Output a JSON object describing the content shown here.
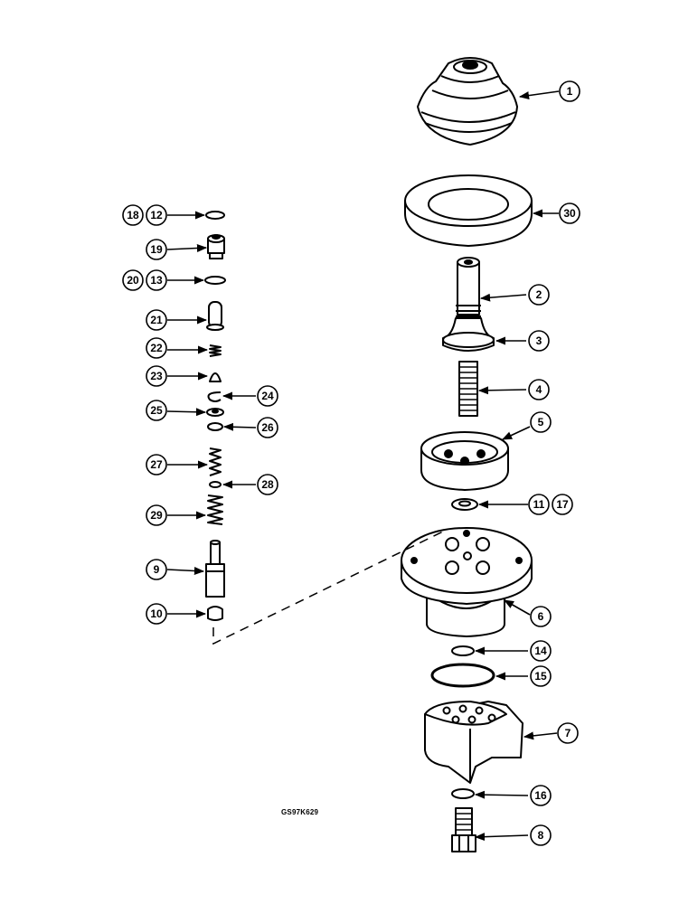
{
  "figure_code": "GS97K629",
  "callouts": {
    "c1": "1",
    "c2": "2",
    "c3": "3",
    "c4": "4",
    "c5": "5",
    "c6": "6",
    "c7": "7",
    "c8": "8",
    "c9": "9",
    "c10": "10",
    "c11": "11",
    "c12": "12",
    "c13": "13",
    "c14": "14",
    "c15": "15",
    "c16": "16",
    "c17": "17",
    "c18": "18",
    "c19": "19",
    "c20": "20",
    "c21": "21",
    "c22": "22",
    "c23": "23",
    "c24": "24",
    "c25": "25",
    "c26": "26",
    "c27": "27",
    "c28": "28",
    "c29": "29",
    "c30": "30"
  }
}
